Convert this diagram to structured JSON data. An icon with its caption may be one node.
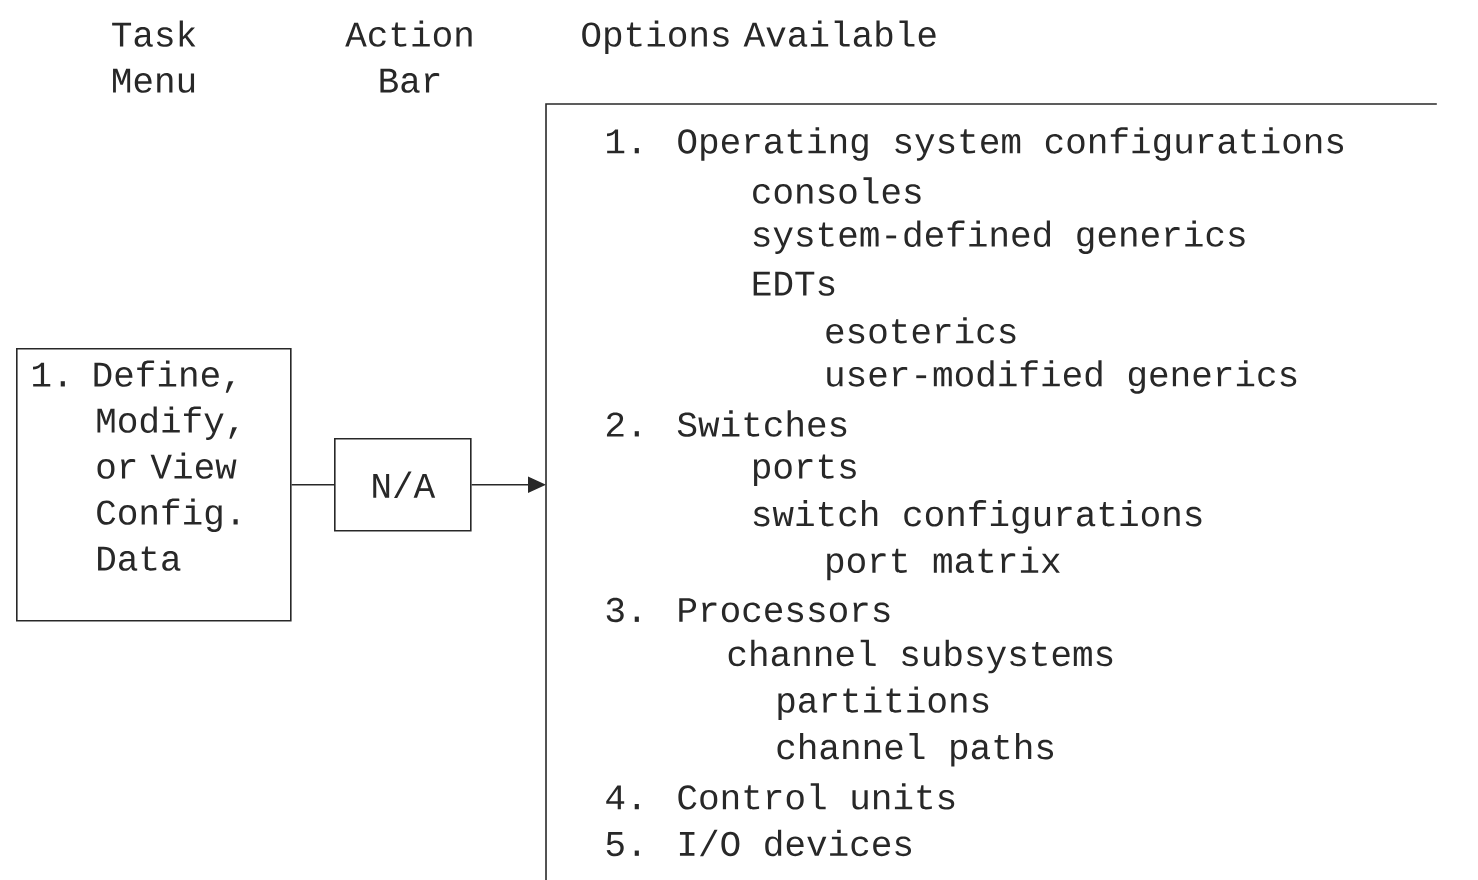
{
  "diagram": {
    "nodes": [
      {
        "text": [
          "1. Define, Modify, or View Config. Data"
        ]
      },
      {
        "text": [
          "N/A"
        ]
      },
      {
        "text": [
          "1. Operating system configurations",
          "consoles",
          "system-defined generics",
          "EDTs",
          "esoterics",
          "user-modified generics",
          "2. Switches",
          "ports",
          "switch configurations",
          "port matrix",
          "3. Processors",
          "channel subsystems",
          "partitions",
          "channel paths",
          "4. Control units",
          "5. I/O devices"
        ]
      }
    ],
    "edges": [
      {
        "from": 0,
        "to": 1,
        "arrow": "none"
      },
      {
        "from": 1,
        "to": 2,
        "arrow": "to"
      }
    ],
    "labels": [
      "Task Menu",
      "Action Bar",
      "Options Available"
    ]
  }
}
